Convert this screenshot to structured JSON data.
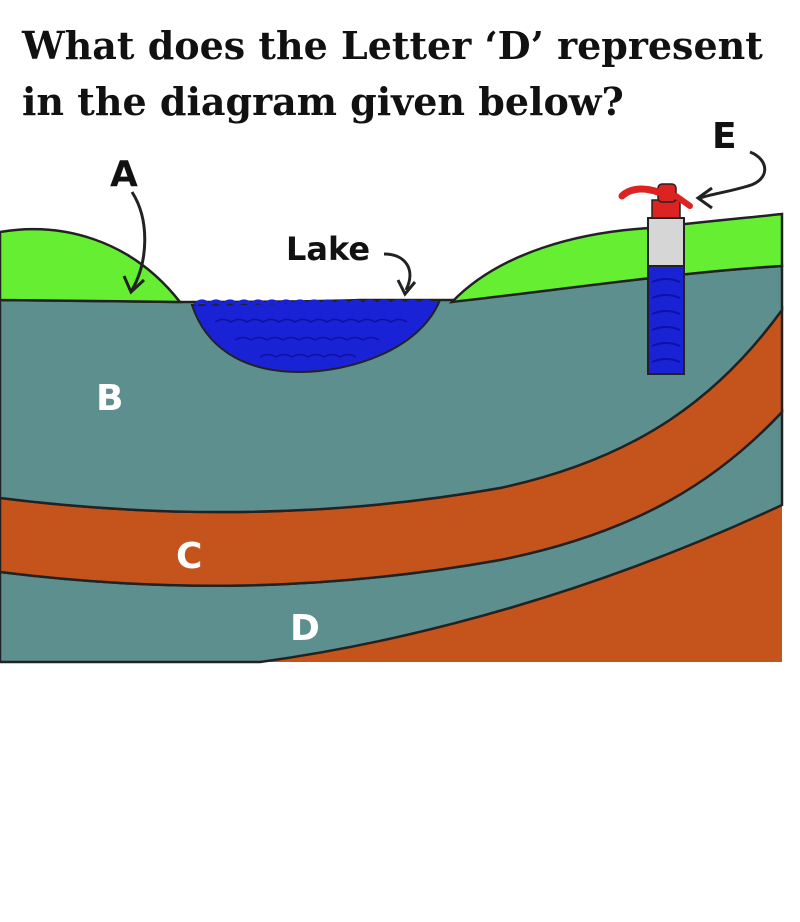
{
  "question": {
    "line1": "What does the Letter ‘D’ represent",
    "line2": "in the diagram given below?"
  },
  "diagram": {
    "labels": {
      "a": "A",
      "b": "B",
      "c": "C",
      "d": "D",
      "e": "E",
      "lake": "Lake"
    },
    "colors": {
      "grass": "#66ee33",
      "rock_layer": "#5e8f8f",
      "clay_layer": "#c4541c",
      "water": "#1a22d6",
      "pump": "#dd2222",
      "pipe_casing": "#d6d6d6",
      "outline": "#222222"
    },
    "icons": [
      "water-pump-icon",
      "arrow-icon"
    ]
  }
}
